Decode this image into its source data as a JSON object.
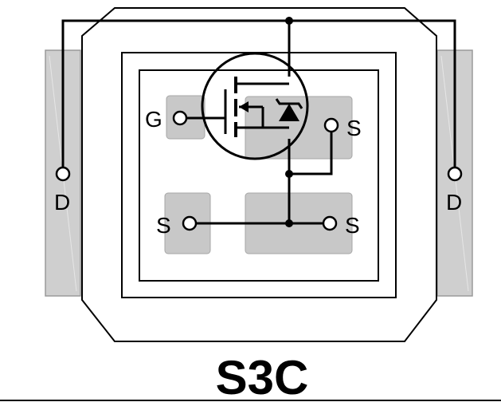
{
  "diagram": {
    "title": "S3C",
    "pins": {
      "gate": "G",
      "source_top_right": "S",
      "source_bottom_left": "S",
      "source_bottom_right": "S",
      "drain_left": "D",
      "drain_right": "D"
    }
  },
  "colors": {
    "pad_fill": "#c8c8c8",
    "pad_stroke": "#a6a6a6",
    "lead_fill": "#cfcfcf",
    "line": "#000000",
    "background": "#ffffff"
  }
}
